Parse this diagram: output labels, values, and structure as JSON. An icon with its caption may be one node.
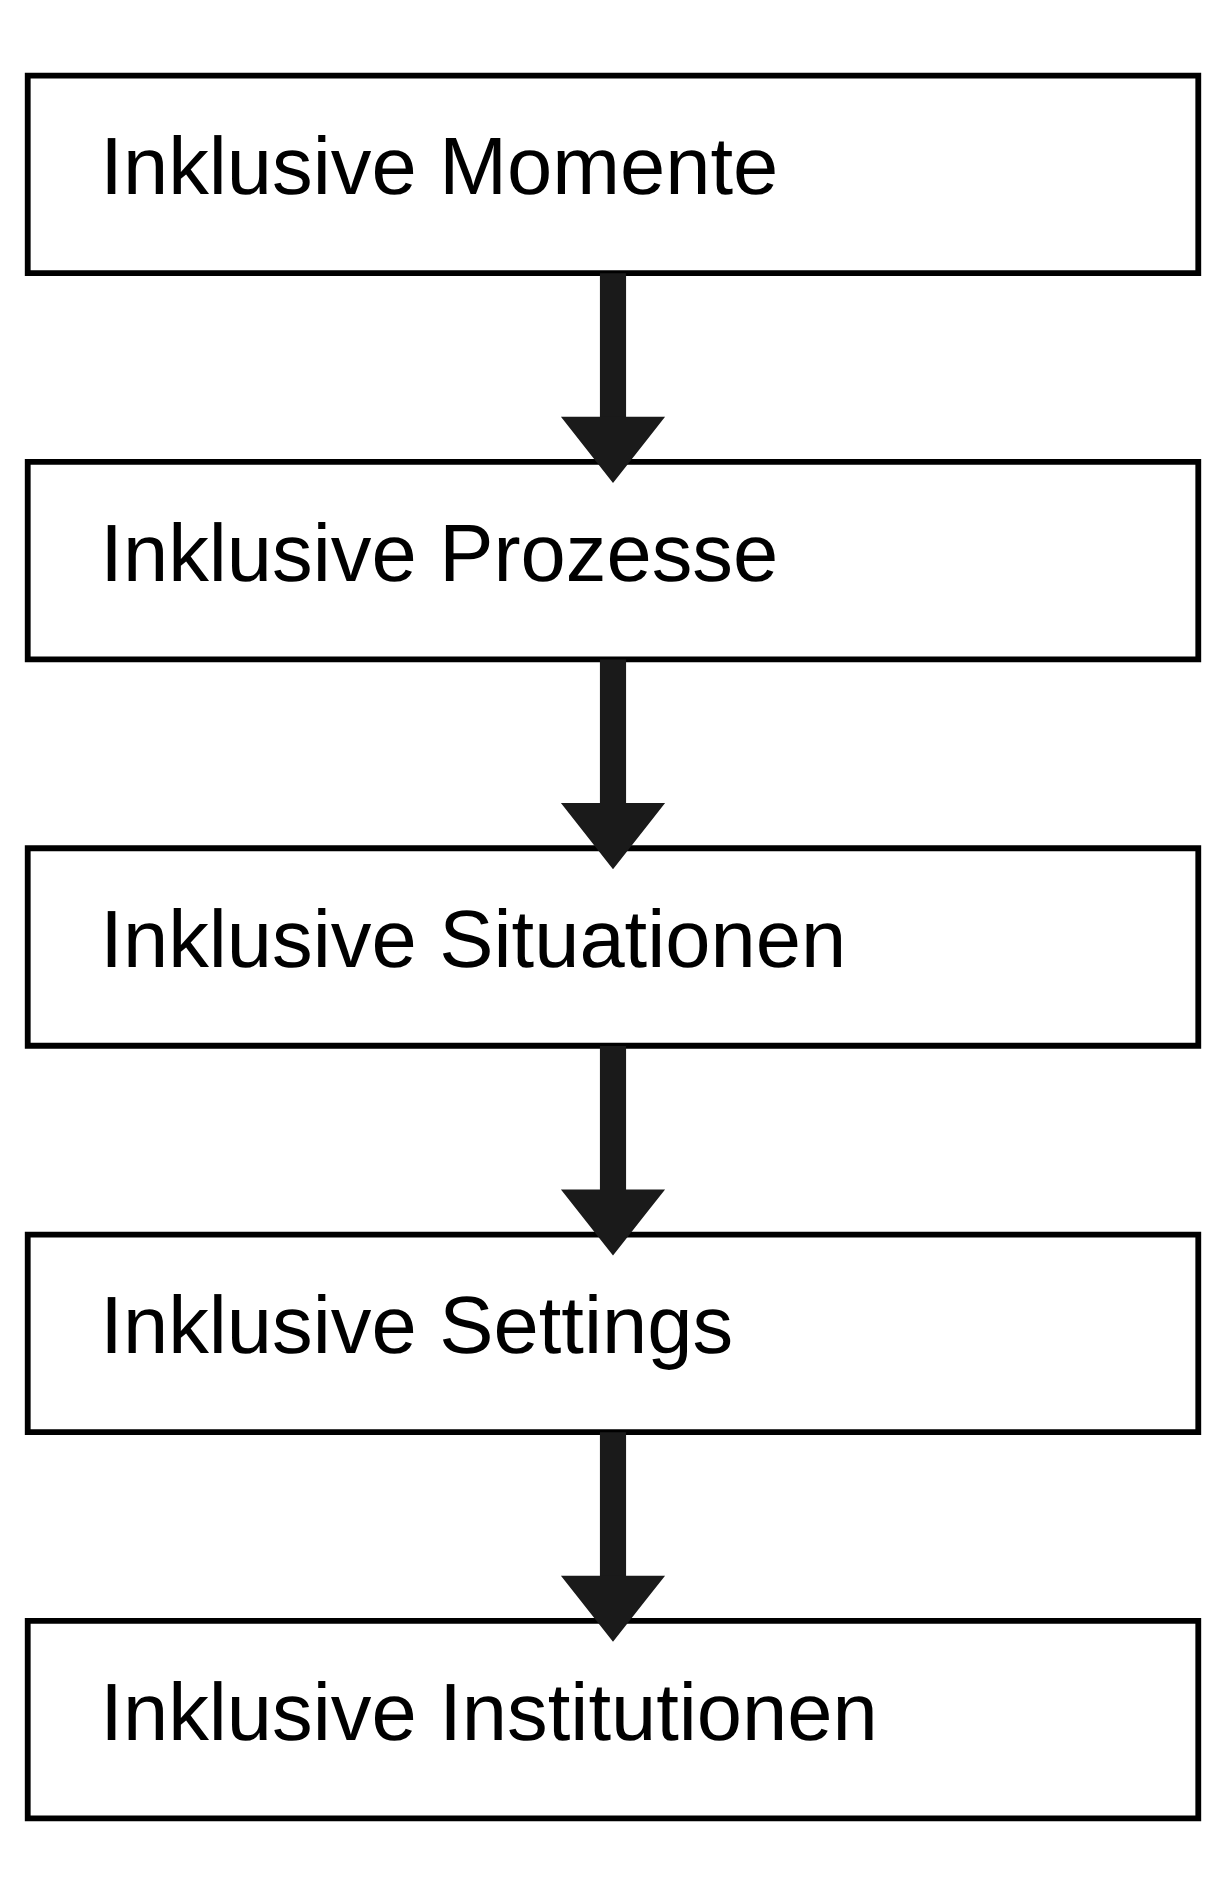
{
  "diagram": {
    "nodes": [
      {
        "text": [
          "Inklusive Momente"
        ]
      },
      {
        "text": [
          "Inklusive Prozesse"
        ]
      },
      {
        "text": [
          "Inklusive Situationen"
        ]
      },
      {
        "text": [
          "Inklusive Settings"
        ]
      },
      {
        "text": [
          "Inklusive Institutionen"
        ]
      }
    ],
    "edges": [
      {
        "from": 0,
        "to": 1,
        "arrow": "to"
      },
      {
        "from": 1,
        "to": 2,
        "arrow": "to"
      },
      {
        "from": 2,
        "to": 3,
        "arrow": "to"
      },
      {
        "from": 3,
        "to": 4,
        "arrow": "to"
      }
    ]
  }
}
